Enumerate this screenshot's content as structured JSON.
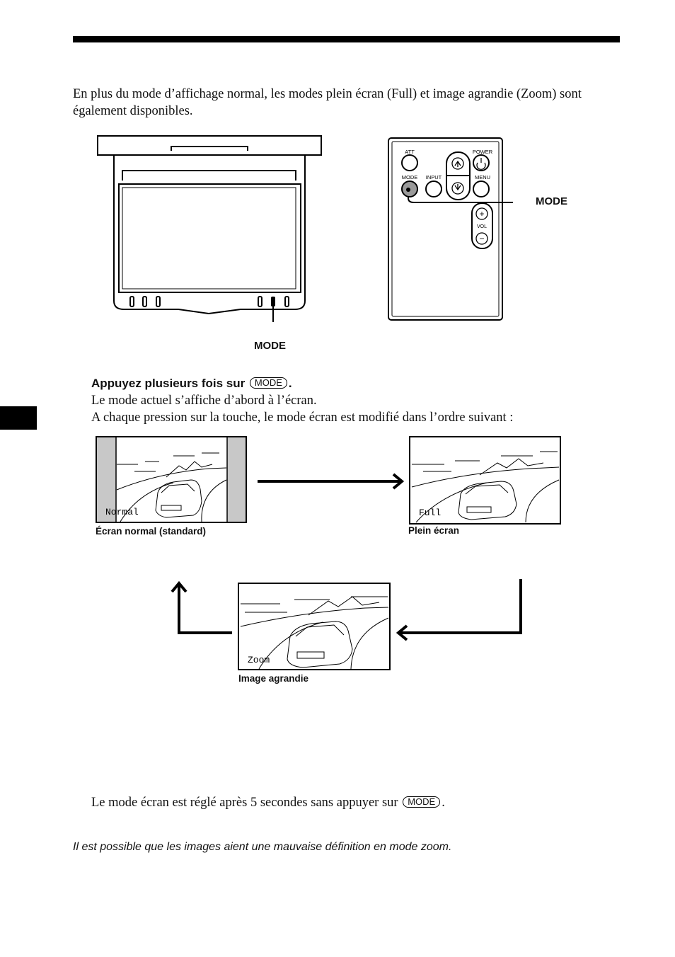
{
  "intro_text": "En plus du mode d’affichage normal, les modes plein écran (Full) et image agrandie (Zoom) sont également disponibles.",
  "monitor_mode_label": "MODE",
  "remote": {
    "att": "ATT",
    "power": "POWER",
    "mode": "MODE",
    "input": "INPUT",
    "menu": "MENU",
    "vol": "VOL",
    "plus": "+",
    "minus": "−",
    "callout": "MODE"
  },
  "step": {
    "title": "Appuyez plusieurs fois sur",
    "key": "MODE",
    "title_end": ".",
    "line1": "Le mode actuel s’affiche d’abord à l’écran.",
    "line2": "A chaque pression sur la touche, le mode écran est modifié dans l’ordre suivant :"
  },
  "screens": {
    "normal": {
      "osd": "Normal",
      "caption": "Écran normal (standard)"
    },
    "full": {
      "osd": "Full",
      "caption": "Plein écran"
    },
    "zoom": {
      "osd": "Zoom",
      "caption": "Image agrandie"
    }
  },
  "note": {
    "before": "Le mode écran est réglé après 5 secondes sans appuyer sur",
    "key": "MODE",
    "after": "."
  },
  "tip": "Il est possible que les images aient une mauvaise définition en mode zoom."
}
